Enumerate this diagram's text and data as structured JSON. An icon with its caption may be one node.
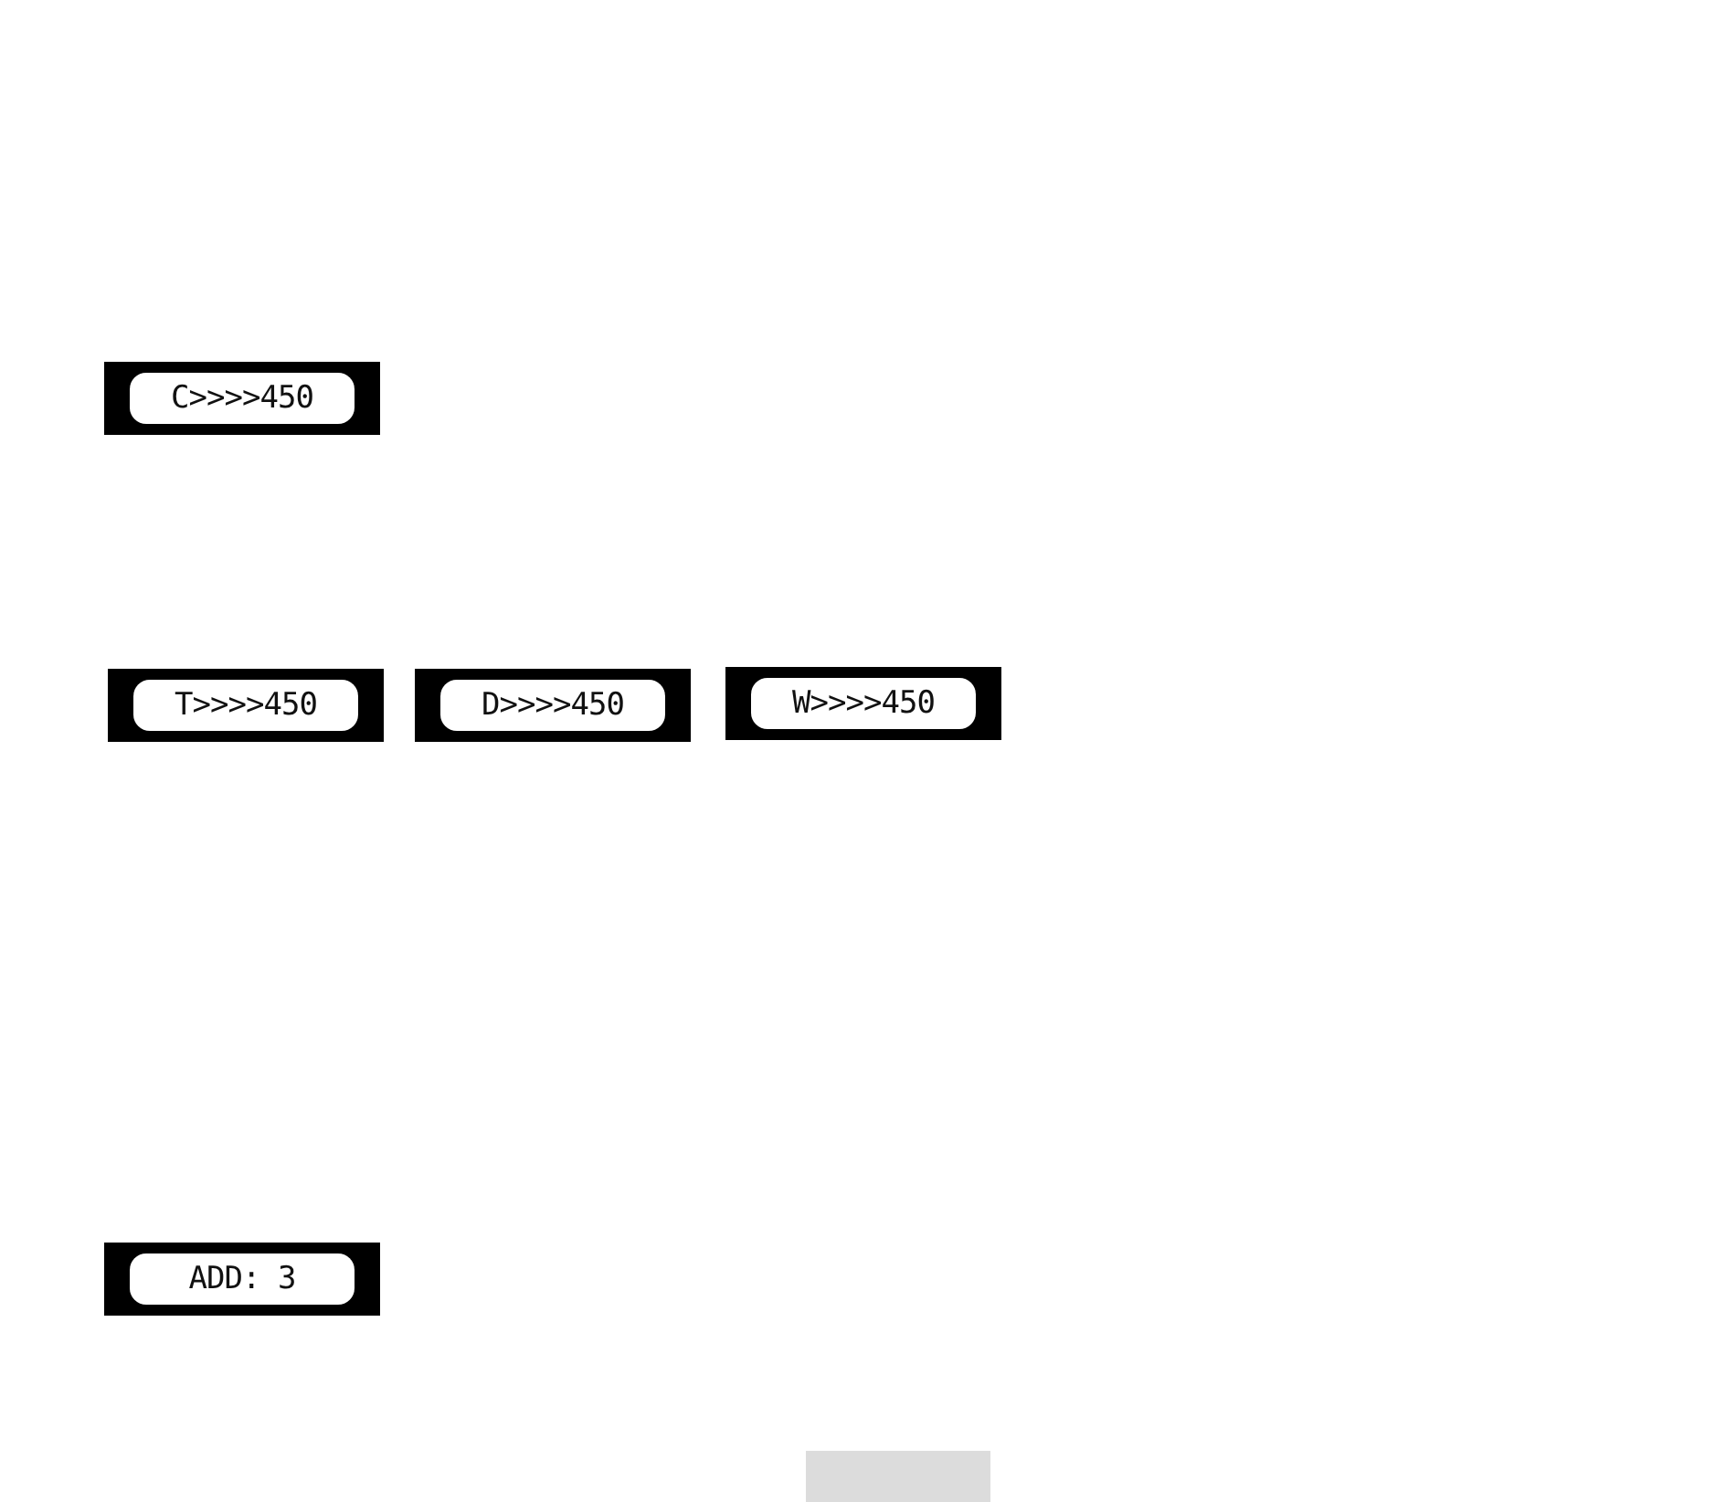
{
  "diagram": {
    "nodes": [
      {
        "text": [
          "C>>>>450"
        ]
      },
      {
        "text": [
          "T>>>>450"
        ]
      },
      {
        "text": [
          "D>>>>450"
        ]
      },
      {
        "text": [
          "W>>>>450"
        ]
      },
      {
        "text": [
          "ADD: 3"
        ]
      },
      {
        "text": [],
        "shape": "box"
      }
    ]
  }
}
